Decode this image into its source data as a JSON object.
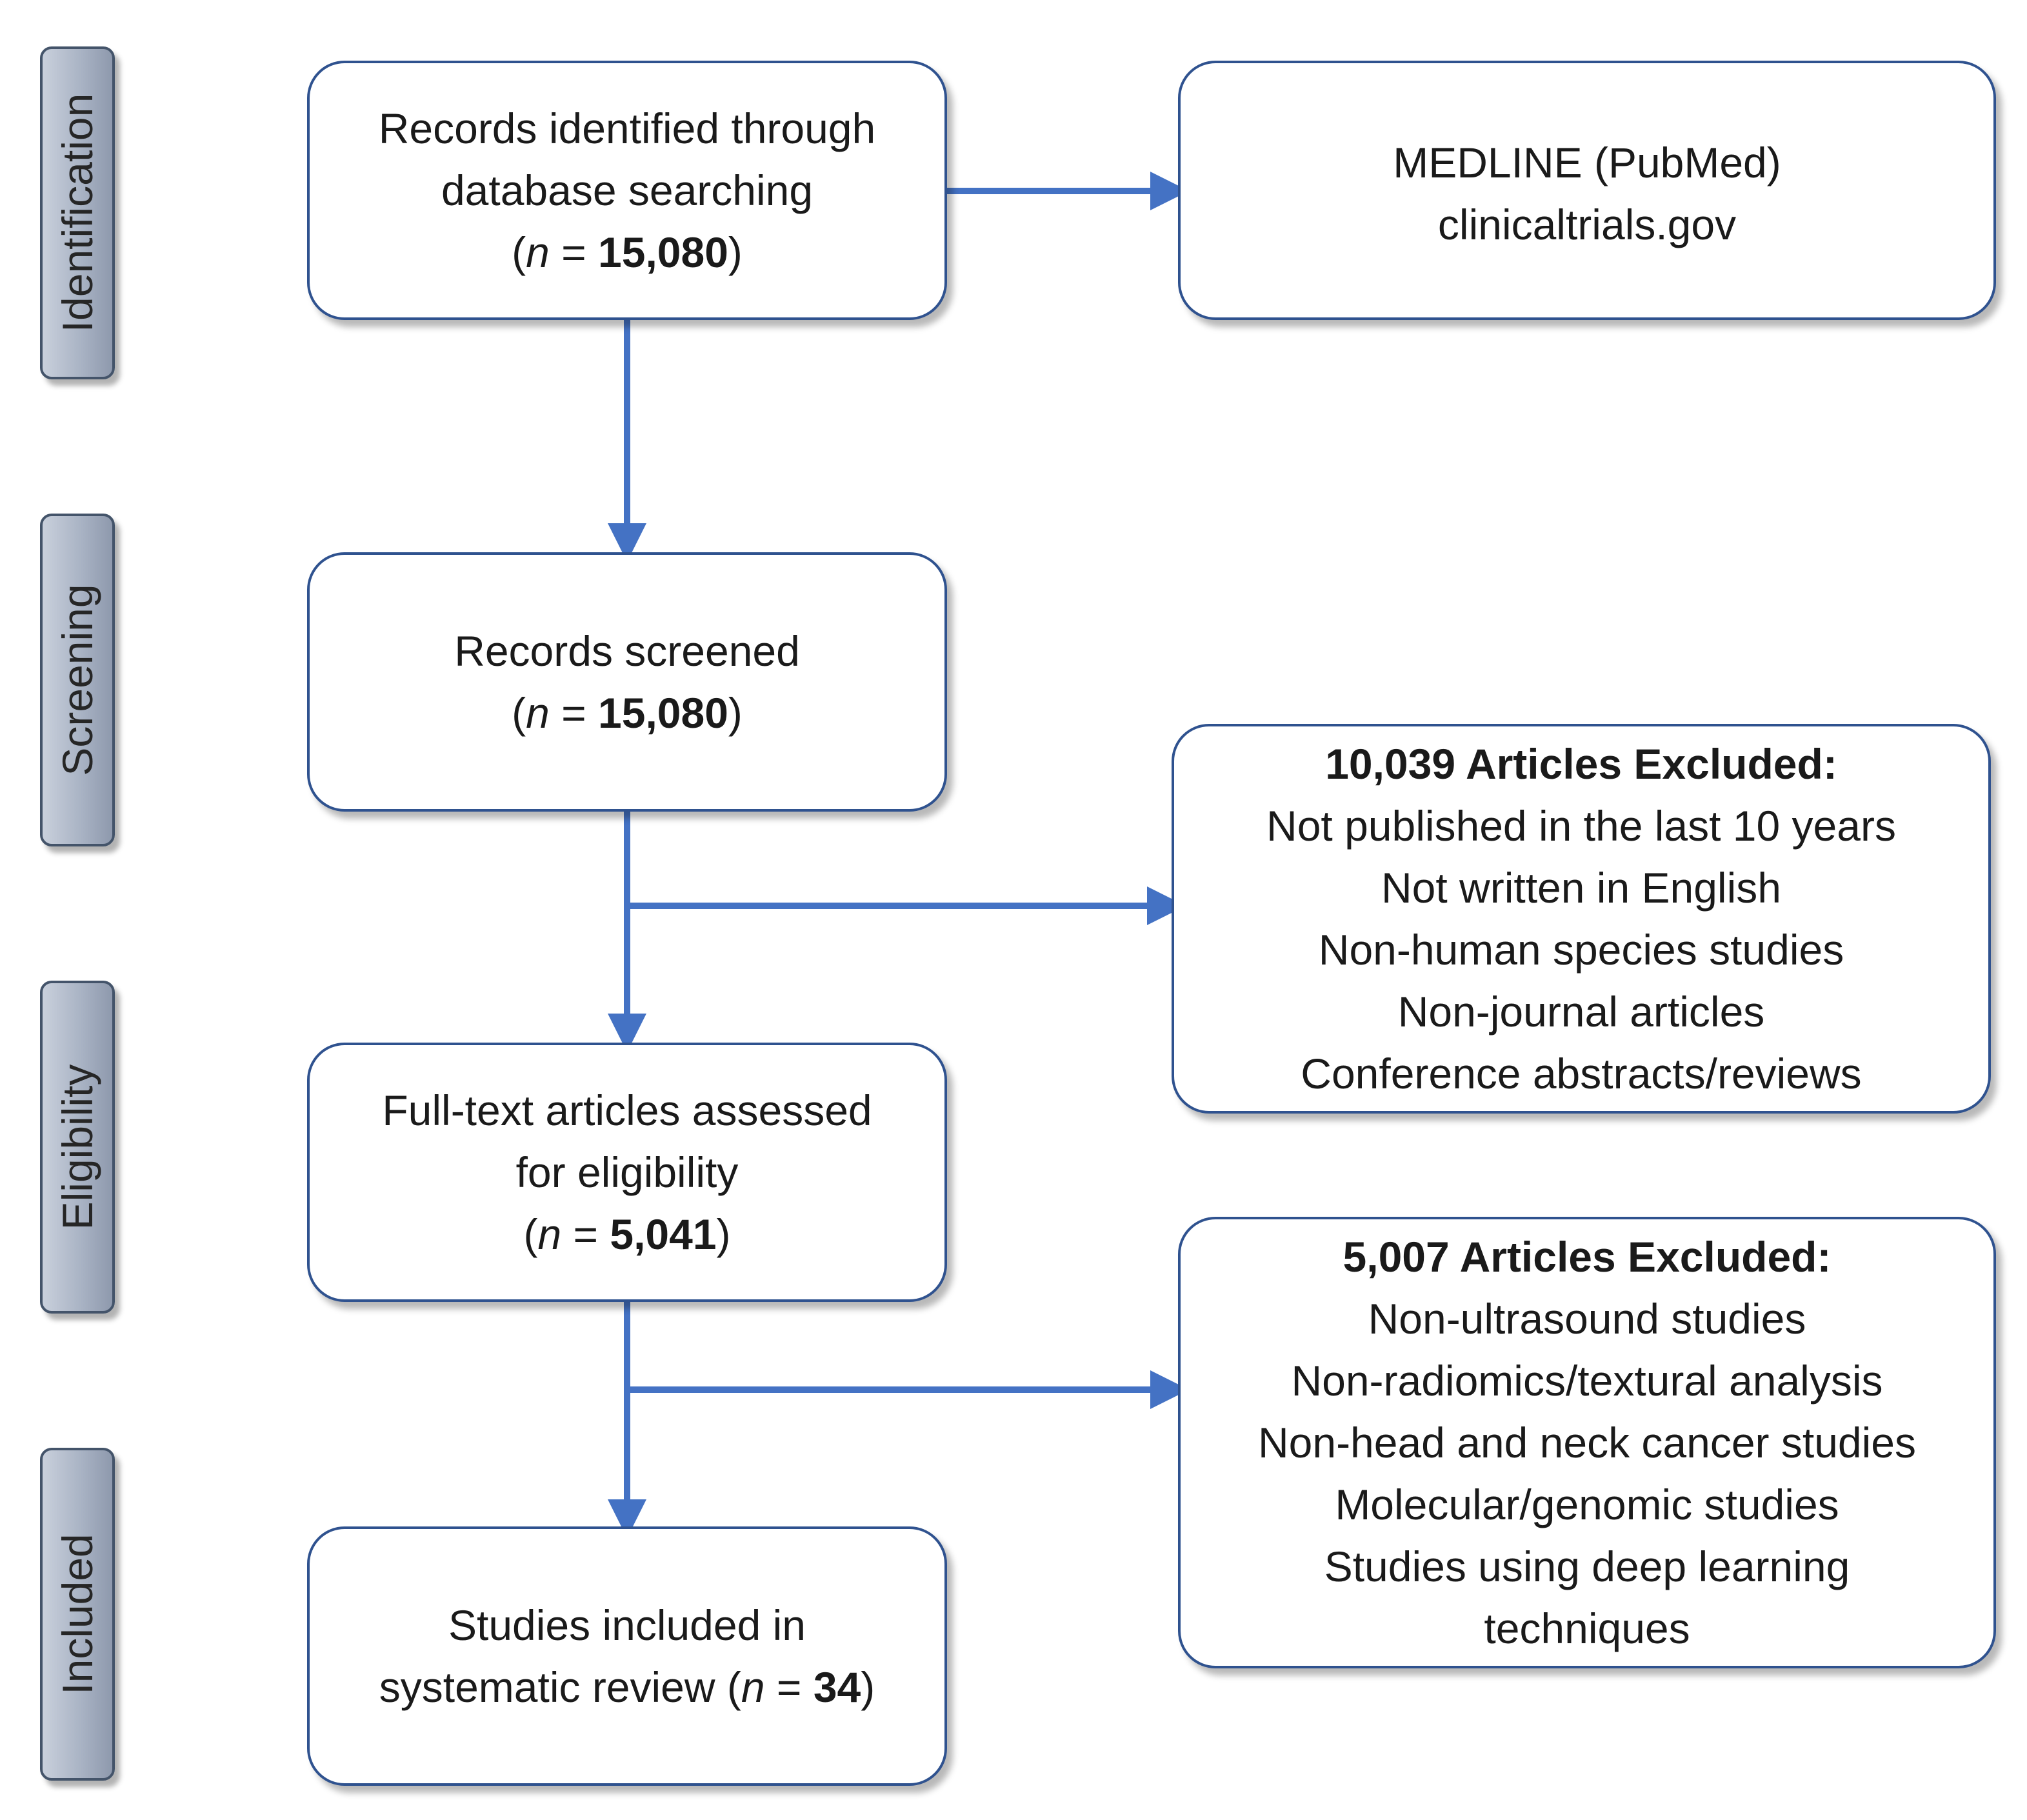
{
  "stages": [
    "Identification",
    "Screening",
    "Eligibility",
    "Included"
  ],
  "identified": {
    "line1": "Records identified through",
    "line2": "database searching",
    "n_open": "(",
    "n_sym": "n",
    "n_eq": " = ",
    "n_val": "15,080",
    "n_close": ")"
  },
  "databases": {
    "line1": "MEDLINE (PubMed)",
    "line2": "clinicaltrials.gov"
  },
  "screened": {
    "line1": "Records screened",
    "n_open": "(",
    "n_sym": "n",
    "n_eq": " = ",
    "n_val": "15,080",
    "n_close": ")"
  },
  "excluded1": {
    "title": "10,039 Articles Excluded:",
    "items": [
      "Not published in the last 10 years",
      "Not written in English",
      "Non-human species studies",
      "Non-journal articles",
      "Conference abstracts/reviews"
    ]
  },
  "fulltext": {
    "line1": "Full-text articles assessed",
    "line2": "for eligibility",
    "n_open": "(",
    "n_sym": "n",
    "n_eq": " = ",
    "n_val": "5,041",
    "n_close": ")"
  },
  "excluded2": {
    "title": "5,007 Articles Excluded:",
    "items": [
      "Non-ultrasound studies",
      "Non-radiomics/textural analysis",
      "Non-head and neck cancer studies",
      "Molecular/genomic studies",
      "Studies using deep learning",
      "techniques"
    ]
  },
  "included": {
    "line1": "Studies included in",
    "line2_pre": "systematic review (",
    "n_sym": "n",
    "n_eq": " = ",
    "n_val": "34",
    "n_close": ")"
  },
  "colors": {
    "arrow": "#4472c4",
    "box_border": "#2f528f",
    "stage_border": "#44546a"
  }
}
